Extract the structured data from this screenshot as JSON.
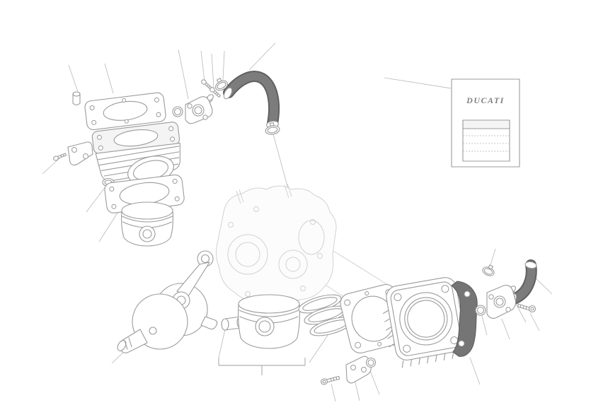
{
  "booklet": {
    "brand_label": "DUCATI"
  },
  "colors": {
    "background": "#ffffff",
    "line": "#9b9b9b",
    "faint_line": "#d2d2d2",
    "leader_line": "#b8b8b8",
    "hose_dark": "#606060",
    "hose_mid": "#7c7c7c",
    "shroud_fill": "#757575",
    "logo_gray": "#7f7f7f"
  },
  "parts": [
    "head-gasket-horizontal",
    "spacer-bushing",
    "horizontal-cylinder",
    "cylinder-liner-spigot",
    "mounting-bracket",
    "bracket-bolt",
    "o-ring-left",
    "base-gasket-horizontal",
    "piston-horizontal",
    "crankshaft",
    "connecting-rod",
    "crankcase",
    "wrist-pin",
    "piston-vertical",
    "piston-rings",
    "dimension-bracket",
    "cylinder-base-gasket",
    "vertical-cylinder",
    "cylinder-shroud",
    "coolant-union-right",
    "o-ring-right",
    "union-screw",
    "hose-clamp-a",
    "hose-clamp-b",
    "coolant-hose-right",
    "coolant-union-top",
    "o-ring-top",
    "union-bolt-1",
    "union-bolt-2",
    "hose-clamp-c",
    "hose-clamp-d",
    "coolant-hose-top",
    "banjo-bolt",
    "support-bracket",
    "o-ring-bottom",
    "workshop-manual"
  ]
}
